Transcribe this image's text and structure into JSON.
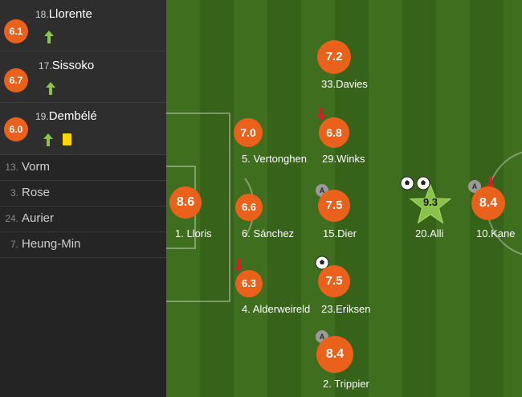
{
  "substitutes": [
    {
      "rating": "6.1",
      "number": "18.",
      "name": "Llorente",
      "events": [
        "sub-on"
      ]
    },
    {
      "rating": "6.7",
      "number": "17.",
      "name": "Sissoko",
      "events": [
        "sub-on"
      ]
    },
    {
      "rating": "6.0",
      "number": "19.",
      "name": "Dembélé",
      "events": [
        "sub-on",
        "yellow-card"
      ]
    }
  ],
  "unused": [
    {
      "number": "13.",
      "name": "Vorm"
    },
    {
      "number": "3.",
      "name": "Rose"
    },
    {
      "number": "24.",
      "name": "Aurier"
    },
    {
      "number": "7.",
      "name": "Heung-Min"
    }
  ],
  "players": {
    "lloris": {
      "rating": "8.6",
      "label": "1. Lloris"
    },
    "vertonghen": {
      "rating": "7.0",
      "label": "5. Vertonghen"
    },
    "sanchez": {
      "rating": "6.6",
      "label": "6. Sánchez"
    },
    "alderweireld": {
      "rating": "6.3",
      "label": "4. Alderweireld"
    },
    "davies": {
      "rating": "7.2",
      "label": "33.Davies"
    },
    "winks": {
      "rating": "6.8",
      "label": "29.Winks"
    },
    "dier": {
      "rating": "7.5",
      "label": "15.Dier"
    },
    "eriksen": {
      "rating": "7.5",
      "label": "23.Eriksen"
    },
    "trippier": {
      "rating": "8.4",
      "label": "2. Trippier"
    },
    "alli": {
      "rating": "9.3",
      "label": "20.Alli"
    },
    "kane": {
      "rating": "8.4",
      "label": "10.Kane"
    }
  },
  "badges": {
    "assist": "A"
  },
  "colors": {
    "rating_bg": "#e9611b",
    "motm_star": "#8bc34a",
    "sub_arrow": "#8bc34a",
    "down_arrow": "#d0202a",
    "yellow_card": "#ffd400"
  }
}
